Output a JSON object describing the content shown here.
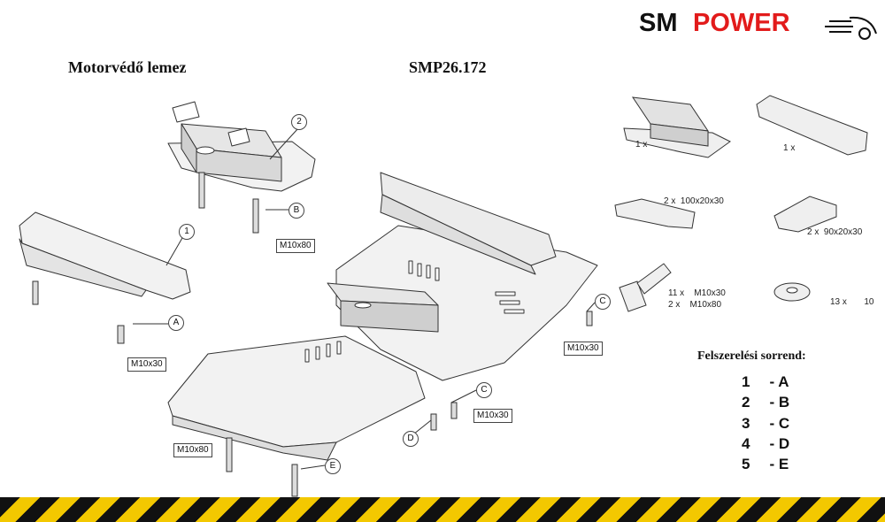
{
  "logo": {
    "part1": "SM",
    "part2": "POWER",
    "accent": "#e21b1b"
  },
  "titles": {
    "product_name": "Motorvédő lemez",
    "product_code": "SMP26.172"
  },
  "callouts": {
    "part1": "1",
    "part2": "2",
    "A": "A",
    "B": "B",
    "C1": "C",
    "C2": "C",
    "D": "D",
    "E": "E"
  },
  "bolt_labels": {
    "b_m10x80_top": "M10x80",
    "a_m10x30": "M10x30",
    "c_m10x30_right": "M10x30",
    "c_m10x30_bottom": "M10x30",
    "e_m10x80": "M10x80"
  },
  "parts_list": [
    {
      "qty": "1 x",
      "spec": ""
    },
    {
      "qty": "1 x",
      "spec": ""
    },
    {
      "qty": "2 x",
      "spec": "100x20x30"
    },
    {
      "qty": "2 x",
      "spec": "90x20x30"
    },
    {
      "qty": "11 x",
      "spec": "M10x30"
    },
    {
      "qty": "2  x",
      "spec": "M10x80"
    },
    {
      "qty": "13 x",
      "spec": "10"
    }
  ],
  "order": {
    "title": "Felszerelési sorrend:",
    "steps": [
      {
        "num": "1",
        "letter": "- A"
      },
      {
        "num": "2",
        "letter": "- B"
      },
      {
        "num": "3",
        "letter": "- C"
      },
      {
        "num": "4",
        "letter": "- D"
      },
      {
        "num": "5",
        "letter": "- E"
      }
    ]
  },
  "colors": {
    "stripe_yellow": "#f3c800",
    "stripe_black": "#111111",
    "plate_fill": "#f1f1f1",
    "line": "#333333"
  }
}
